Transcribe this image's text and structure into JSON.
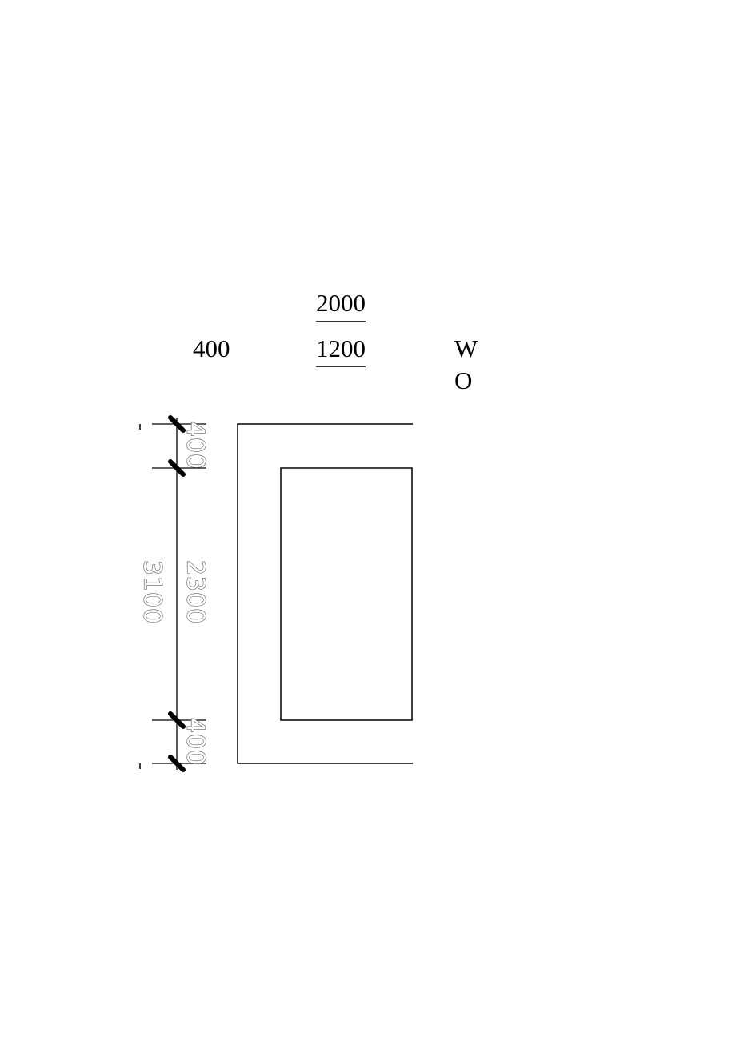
{
  "header": {
    "top_dimension": "2000",
    "left_dimension": "400",
    "middle_dimension": "1200",
    "side_letters": [
      "W",
      "O"
    ]
  },
  "drawing": {
    "vertical_dimensions": {
      "overall": "3100",
      "top_segment": "400",
      "middle_segment": "2300",
      "bottom_segment": "400"
    }
  },
  "colors": {
    "lines": "#000000",
    "dimension_text_outline": "#555555"
  }
}
